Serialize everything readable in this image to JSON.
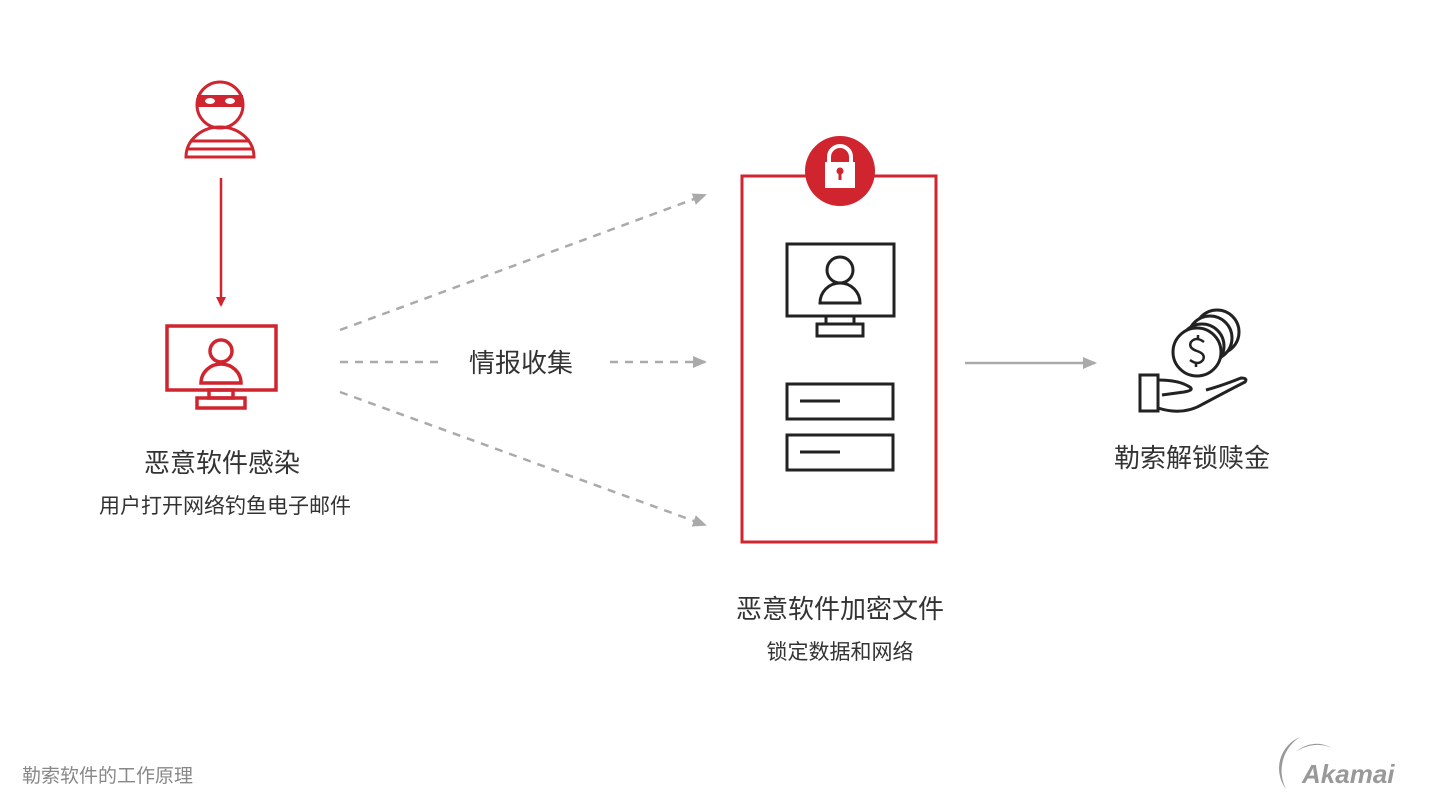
{
  "colors": {
    "accent": "#d0252f",
    "icon": "#222222",
    "arrow_gray": "#aaaaaa",
    "text": "#333333",
    "muted": "#888888"
  },
  "stage1": {
    "title": "恶意软件感染",
    "subtitle": "用户打开网络钓鱼电子邮件",
    "icons": [
      "hacker-icon",
      "infected-computer-icon"
    ]
  },
  "stage2": {
    "label": "情报收集"
  },
  "stage3": {
    "title": "恶意软件加密文件",
    "subtitle": "锁定数据和网络",
    "icons": [
      "lock-icon",
      "computer-icon",
      "server-drive-icon"
    ]
  },
  "stage4": {
    "title": "勒索解锁赎金",
    "icons": [
      "hand-coins-icon"
    ]
  },
  "footer": {
    "caption": "勒索软件的工作原理",
    "logo_text": "Akamai"
  }
}
